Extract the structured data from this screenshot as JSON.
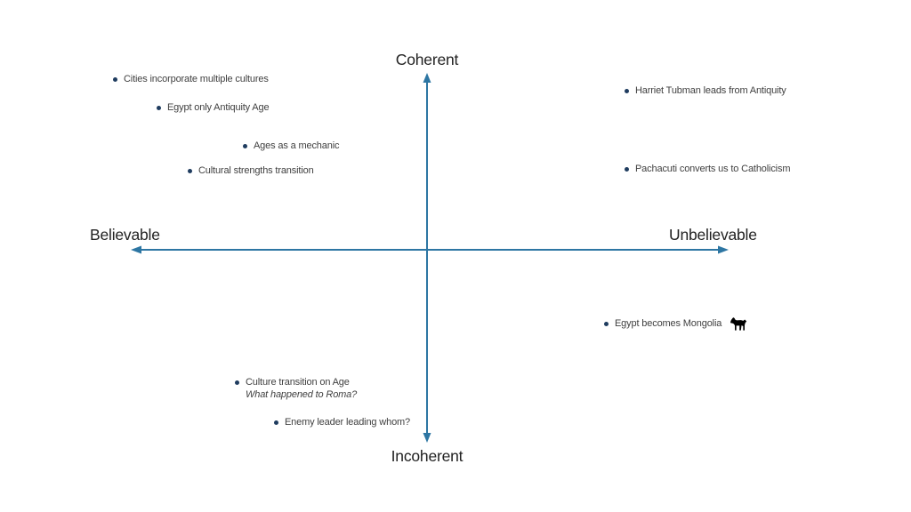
{
  "axes": {
    "top": "Coherent",
    "bottom": "Incoherent",
    "left": "Believable",
    "right": "Unbelievable"
  },
  "colors": {
    "background": "#ffffff",
    "axis_line": "#2d76a3",
    "axis_text": "#222222",
    "item_text": "#3f3f3f",
    "bullet": "#1f3c5f",
    "horse_icon": "#000000"
  },
  "items": [
    {
      "text": "Cities incorporate multiple cultures",
      "quadrant": "coherent-believable"
    },
    {
      "text": "Egypt only Antiquity Age",
      "quadrant": "coherent-believable"
    },
    {
      "text": "Ages as a mechanic",
      "quadrant": "coherent-believable"
    },
    {
      "text": "Cultural strengths transition",
      "quadrant": "coherent-believable"
    },
    {
      "text": "Harriet Tubman leads from Antiquity",
      "quadrant": "coherent-unbelievable"
    },
    {
      "text": "Pachacuti converts us to Catholicism",
      "quadrant": "coherent-unbelievable"
    },
    {
      "text": "Egypt becomes Mongolia",
      "icon": "horse-icon",
      "quadrant": "incoherent-unbelievable"
    },
    {
      "text": "Culture transition on Age",
      "note": "What happened to Roma?",
      "quadrant": "incoherent-believable"
    },
    {
      "text": "Enemy leader leading whom?",
      "quadrant": "incoherent-believable"
    }
  ]
}
